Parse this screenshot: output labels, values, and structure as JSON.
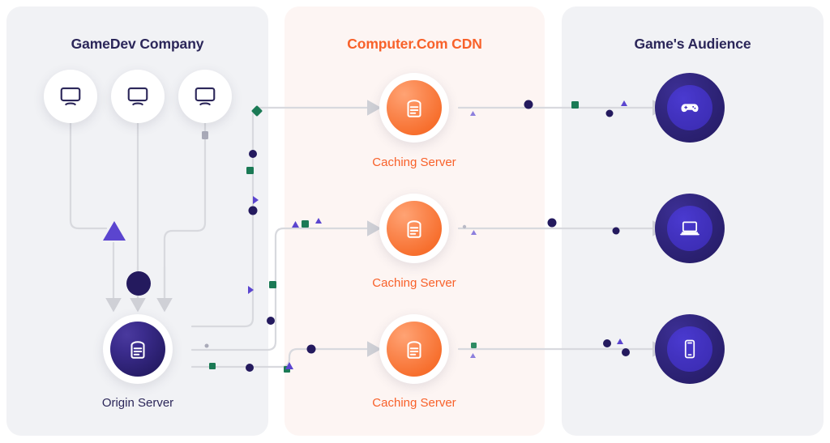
{
  "panels": [
    {
      "id": "gamedev",
      "title": "GameDev Company",
      "title_color": "#2b2659",
      "bg": "#f1f2f5"
    },
    {
      "id": "cdn",
      "title": "Computer.Com CDN",
      "title_color": "#f8612a",
      "bg": "#fdf5f3"
    },
    {
      "id": "audience",
      "title": "Game's Audience",
      "title_color": "#2b2659",
      "bg": "#f1f2f5"
    }
  ],
  "gamedev": {
    "workstations": [
      {
        "icon": "monitor-icon",
        "label": ""
      },
      {
        "icon": "monitor-icon",
        "label": ""
      },
      {
        "icon": "monitor-icon",
        "label": ""
      }
    ],
    "origin": {
      "icon": "server-icon",
      "label": "Origin Server",
      "color": "#241a5e"
    }
  },
  "cdn": {
    "caches": [
      {
        "icon": "server-icon",
        "label": "Caching Server",
        "color": "#f7702f"
      },
      {
        "icon": "server-icon",
        "label": "Caching Server",
        "color": "#f7702f"
      },
      {
        "icon": "server-icon",
        "label": "Caching Server",
        "color": "#f7702f"
      }
    ]
  },
  "audience": {
    "devices": [
      {
        "icon": "gamepad-icon",
        "label": ""
      },
      {
        "icon": "laptop-icon",
        "label": ""
      },
      {
        "icon": "smartphone-icon",
        "label": ""
      }
    ]
  },
  "flow": {
    "line_color": "#d8d9de",
    "arrow_color": "#cfd0d6",
    "particle_colors": {
      "navy": "#241a5e",
      "purple": "#5b45cf",
      "green": "#1b7a55",
      "grey": "#a9aab8"
    }
  }
}
